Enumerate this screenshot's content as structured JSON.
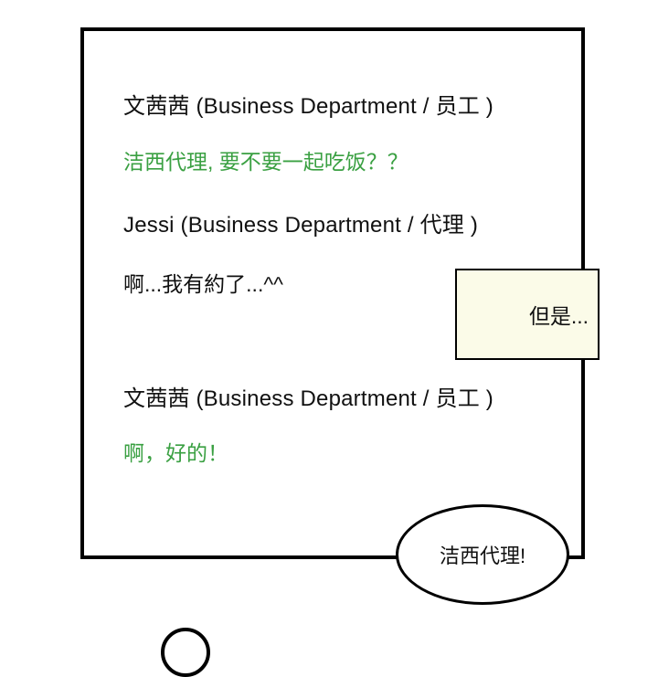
{
  "colors": {
    "accent_green": "#3aa042",
    "box_bg": "#fbfbe8",
    "ink": "#111111"
  },
  "panel": {
    "messages": [
      {
        "sender": "文茜茜 (Business Department / 员工 )",
        "text": "洁西代理, 要不要一起吃饭？？",
        "text_style": "green"
      },
      {
        "sender": "Jessi (Business Department / 代理 )",
        "text": "啊...我有約了...^^",
        "text_style": "black"
      },
      {
        "sender": "文茜茜 (Business Department / 员工 )",
        "text": "啊，好的！",
        "text_style": "green"
      }
    ]
  },
  "overlays": {
    "aside_box_text": "但是...",
    "shout_bubble_text": "洁西代理!"
  }
}
